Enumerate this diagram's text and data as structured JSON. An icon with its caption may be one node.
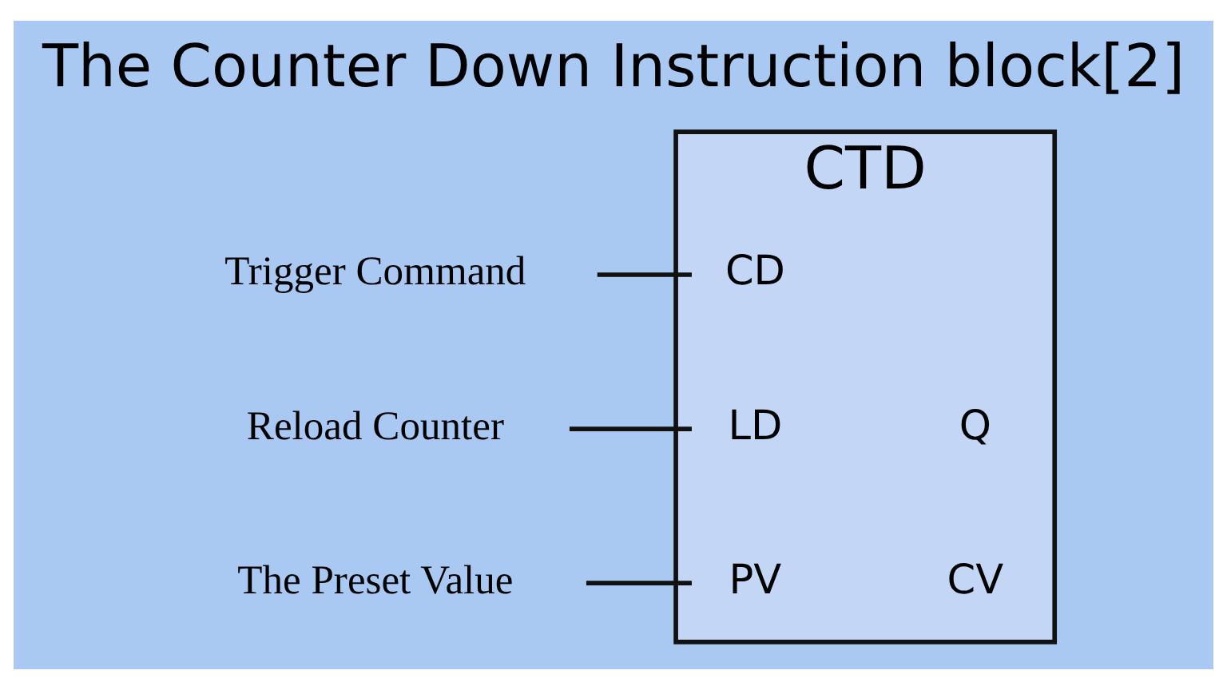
{
  "diagram": {
    "title": "The Counter Down Instruction block[2]",
    "nodes": [
      {
        "text": [
          "Trigger Command"
        ]
      },
      {
        "text": [
          "Reload Counter"
        ]
      },
      {
        "text": [
          "The Preset Value"
        ]
      },
      {
        "text": [
          "CTD"
        ]
      },
      {
        "text": [
          "CD"
        ],
        "in": 3
      },
      {
        "text": [
          "LD"
        ],
        "in": 3
      },
      {
        "text": [
          "Q"
        ],
        "in": 3
      },
      {
        "text": [
          "PV"
        ],
        "in": 3
      },
      {
        "text": [
          "CV"
        ],
        "in": 3
      }
    ],
    "edges": [
      {
        "from": 0,
        "to": 4,
        "arrow": "none"
      },
      {
        "from": 1,
        "to": 5,
        "arrow": "none"
      },
      {
        "from": 2,
        "to": 7,
        "arrow": "none"
      }
    ]
  }
}
